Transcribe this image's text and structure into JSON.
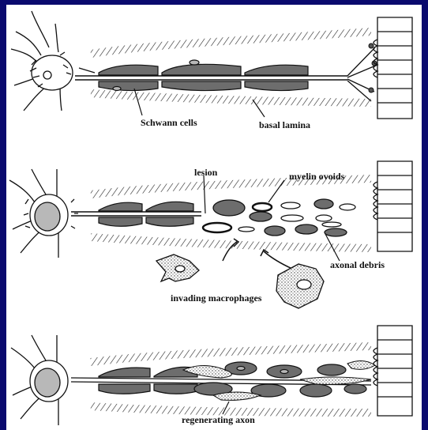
{
  "labels": {
    "schwann_cells": "Schwann cells",
    "basal_lamina": "basal lamina",
    "lesion": "lesion",
    "myelin_ovoids": "myelin ovoids",
    "axonal_debris": "axonal debris",
    "invading_macrophages": "invading macrophages",
    "regenerating_axon": "regenerating axon"
  },
  "colors": {
    "background": "#0a0a6e",
    "panel": "#ffffff",
    "ink": "#111111",
    "schwann_fill": "#6d6d6d",
    "nucleus_fill": "#b8b8b8"
  }
}
